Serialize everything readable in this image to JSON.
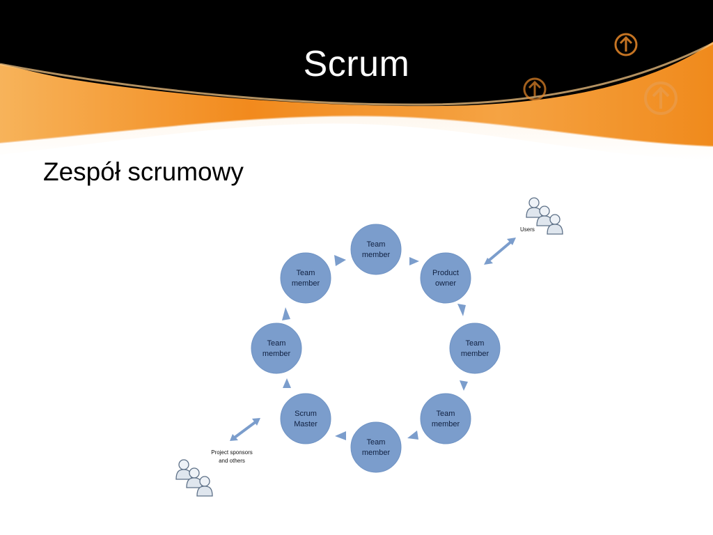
{
  "slide": {
    "title": "Scrum",
    "subtitle": "Zespół scrumowy"
  },
  "colors": {
    "header_dark": "#000000",
    "header_orange": "#f08a1c",
    "node_fill": "#7b9dcc",
    "node_text": "#102040"
  },
  "decorations": [
    "up-arrow-circle-icon",
    "up-arrow-circle-icon",
    "up-arrow-circle-icon"
  ],
  "diagram": {
    "nodes": [
      {
        "id": "top",
        "line1": "Team",
        "line2": "member"
      },
      {
        "id": "product-owner",
        "line1": "Product",
        "line2": "owner"
      },
      {
        "id": "right-upper",
        "line1": "Team",
        "line2": "member"
      },
      {
        "id": "right-lower",
        "line1": "Team",
        "line2": "member"
      },
      {
        "id": "bottom",
        "line1": "Team",
        "line2": "member"
      },
      {
        "id": "scrum-master",
        "line1": "Scrum",
        "line2": "Master"
      },
      {
        "id": "left-lower",
        "line1": "Team",
        "line2": "member"
      },
      {
        "id": "left-upper",
        "line1": "Team",
        "line2": "member"
      }
    ],
    "stakeholders": {
      "users": {
        "label": "Users",
        "icon": "users-group-icon"
      },
      "sponsors": {
        "line1": "Project sponsors",
        "line2": "and others",
        "icon": "users-group-icon"
      }
    }
  }
}
